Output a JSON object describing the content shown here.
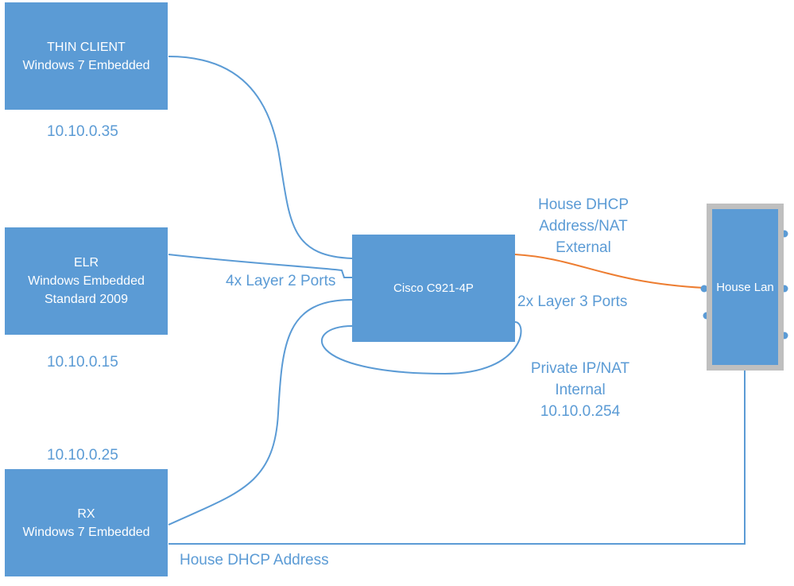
{
  "nodes": {
    "thin_client": {
      "line1": "THIN CLIENT",
      "line2": "Windows 7 Embedded"
    },
    "elr": {
      "line1": "ELR",
      "line2": "Windows Embedded",
      "line3": "Standard 2009"
    },
    "rx": {
      "line1": "RX",
      "line2": "Windows 7 Embedded"
    },
    "router": {
      "name": "Cisco C921-4P"
    },
    "house_lan": {
      "name": "House Lan"
    }
  },
  "labels": {
    "thin_client_ip": "10.10.0.35",
    "elr_ip": "10.10.0.15",
    "rx_ip": "10.10.0.25",
    "layer2_ports": "4x Layer 2 Ports",
    "layer3_ports": "2x Layer 3 Ports",
    "external_line1": "House DHCP",
    "external_line2": "Address/NAT",
    "external_line3": "External",
    "internal_line1": "Private IP/NAT",
    "internal_line2": "Internal",
    "internal_line3": "10.10.0.254",
    "rx_house_dhcp": "House DHCP Address"
  },
  "colors": {
    "node_fill": "#5b9bd5",
    "node_text": "#ffffff",
    "connector_blue": "#5b9bd5",
    "connector_orange": "#ed7d31",
    "frame_gray": "#bfbfbf"
  }
}
